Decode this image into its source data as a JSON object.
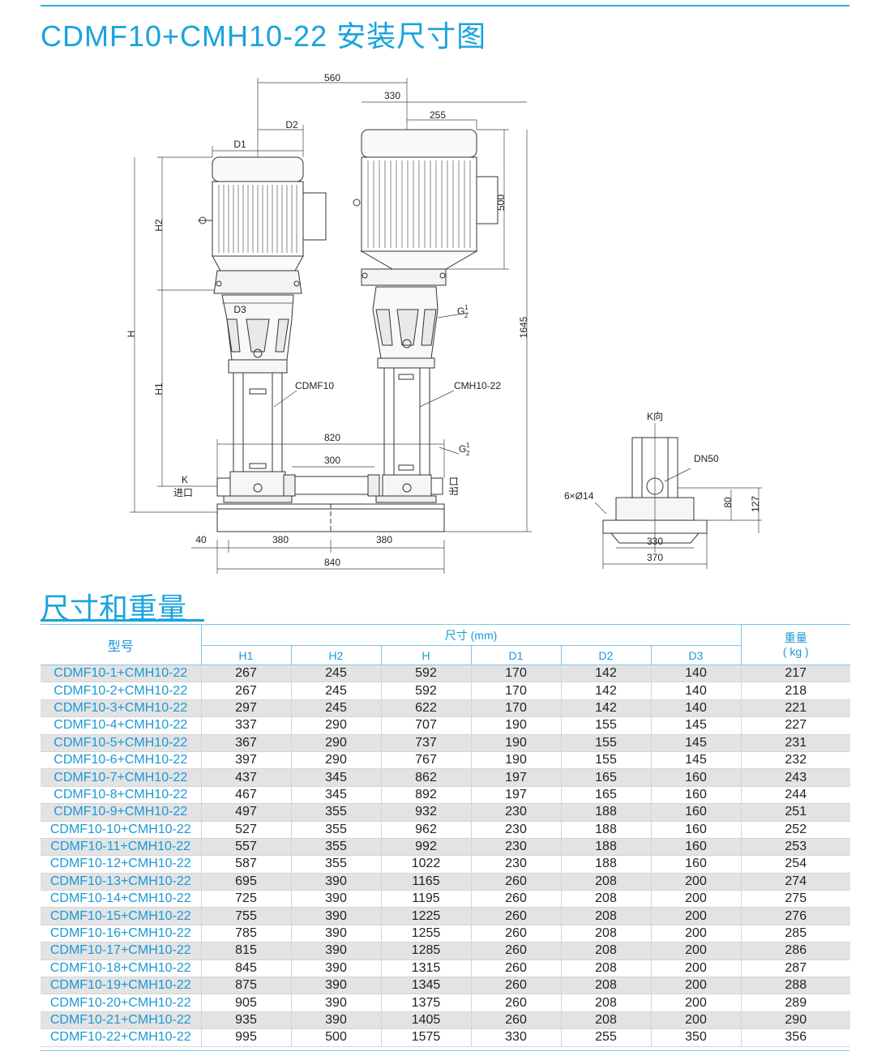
{
  "page": {
    "title": "CDMF10+CMH10-22 安装尺寸图",
    "section_title": "尺寸和重量"
  },
  "drawing": {
    "labels": {
      "d560": "560",
      "d330": "330",
      "d255": "255",
      "d2": "D2",
      "d1": "D1",
      "h2": "H2",
      "h": "H",
      "h1": "H1",
      "d3": "D3",
      "d500": "500",
      "d1645": "1645",
      "g_half_top": "G",
      "g_half_bottom": "G",
      "half": "1",
      "half_den": "2",
      "cdmf10": "CDMF10",
      "cmh": "CMH10-22",
      "d820": "820",
      "d300": "300",
      "k": "K",
      "inlet": "进口",
      "outlet": "出口",
      "d40": "40",
      "d380a": "380",
      "d380b": "380",
      "d840": "840",
      "kdir": "K向",
      "dn50": "DN50",
      "holes": "6×Ø14",
      "d80": "80",
      "d127": "127",
      "d330b": "330",
      "d370": "370"
    }
  },
  "table": {
    "header": {
      "model": "型号",
      "size": "尺寸 (mm)",
      "weight": "重量",
      "weight_unit": "( kg )",
      "cols": [
        "H1",
        "H2",
        "H",
        "D1",
        "D2",
        "D3"
      ]
    },
    "rows": [
      [
        "CDMF10-1+CMH10-22",
        "267",
        "245",
        "592",
        "170",
        "142",
        "140",
        "217"
      ],
      [
        "CDMF10-2+CMH10-22",
        "267",
        "245",
        "592",
        "170",
        "142",
        "140",
        "218"
      ],
      [
        "CDMF10-3+CMH10-22",
        "297",
        "245",
        "622",
        "170",
        "142",
        "140",
        "221"
      ],
      [
        "CDMF10-4+CMH10-22",
        "337",
        "290",
        "707",
        "190",
        "155",
        "145",
        "227"
      ],
      [
        "CDMF10-5+CMH10-22",
        "367",
        "290",
        "737",
        "190",
        "155",
        "145",
        "231"
      ],
      [
        "CDMF10-6+CMH10-22",
        "397",
        "290",
        "767",
        "190",
        "155",
        "145",
        "232"
      ],
      [
        "CDMF10-7+CMH10-22",
        "437",
        "345",
        "862",
        "197",
        "165",
        "160",
        "243"
      ],
      [
        "CDMF10-8+CMH10-22",
        "467",
        "345",
        "892",
        "197",
        "165",
        "160",
        "244"
      ],
      [
        "CDMF10-9+CMH10-22",
        "497",
        "355",
        "932",
        "230",
        "188",
        "160",
        "251"
      ],
      [
        "CDMF10-10+CMH10-22",
        "527",
        "355",
        "962",
        "230",
        "188",
        "160",
        "252"
      ],
      [
        "CDMF10-11+CMH10-22",
        "557",
        "355",
        "992",
        "230",
        "188",
        "160",
        "253"
      ],
      [
        "CDMF10-12+CMH10-22",
        "587",
        "355",
        "1022",
        "230",
        "188",
        "160",
        "254"
      ],
      [
        "CDMF10-13+CMH10-22",
        "695",
        "390",
        "1165",
        "260",
        "208",
        "200",
        "274"
      ],
      [
        "CDMF10-14+CMH10-22",
        "725",
        "390",
        "1195",
        "260",
        "208",
        "200",
        "275"
      ],
      [
        "CDMF10-15+CMH10-22",
        "755",
        "390",
        "1225",
        "260",
        "208",
        "200",
        "276"
      ],
      [
        "CDMF10-16+CMH10-22",
        "785",
        "390",
        "1255",
        "260",
        "208",
        "200",
        "285"
      ],
      [
        "CDMF10-17+CMH10-22",
        "815",
        "390",
        "1285",
        "260",
        "208",
        "200",
        "286"
      ],
      [
        "CDMF10-18+CMH10-22",
        "845",
        "390",
        "1315",
        "260",
        "208",
        "200",
        "287"
      ],
      [
        "CDMF10-19+CMH10-22",
        "875",
        "390",
        "1345",
        "260",
        "208",
        "200",
        "288"
      ],
      [
        "CDMF10-20+CMH10-22",
        "905",
        "390",
        "1375",
        "260",
        "208",
        "200",
        "289"
      ],
      [
        "CDMF10-21+CMH10-22",
        "935",
        "390",
        "1405",
        "260",
        "208",
        "200",
        "290"
      ],
      [
        "CDMF10-22+CMH10-22",
        "995",
        "500",
        "1575",
        "330",
        "255",
        "350",
        "356"
      ]
    ]
  },
  "colors": {
    "accent": "#1aa3dd",
    "row_shade": "#e3e3e4"
  }
}
